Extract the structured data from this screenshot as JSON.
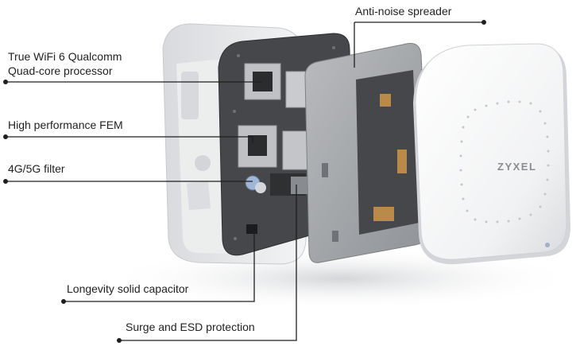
{
  "callouts": {
    "processor": "True WiFi 6 Qualcomm\nQuad-core processor",
    "fem": "High performance FEM",
    "filter": "4G/5G filter",
    "capacitor": "Longevity solid capacitor",
    "surge": "Surge and ESD protection",
    "spreader": "Anti-noise spreader"
  },
  "brand": "ZYXEL",
  "colors": {
    "leader_line": "#1f1f1f",
    "pcb": "#47484a",
    "shield": "#a6a8ab",
    "cover": "#f4f5f6",
    "base": "#e9eaec"
  }
}
